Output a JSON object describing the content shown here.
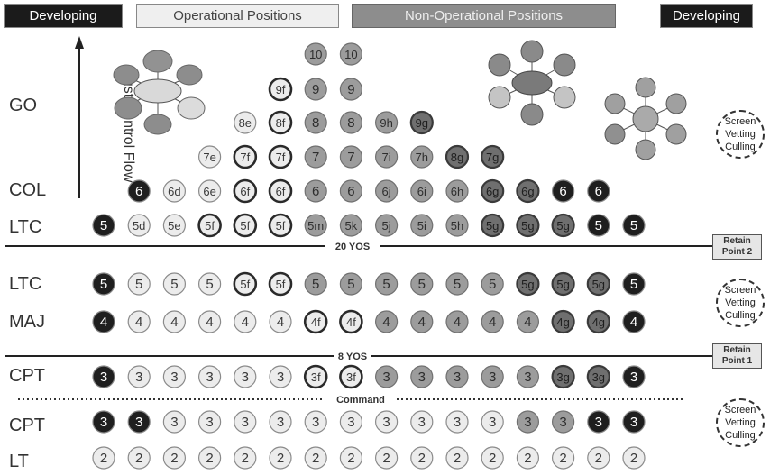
{
  "headers": {
    "developing_left": "Developing",
    "operational": "Operational Positions",
    "non_operational": "Non-Operational Positions",
    "developing_right": "Developing"
  },
  "axis_label": "Must Control Flow",
  "row_labels": {
    "go": "GO",
    "col": "COL",
    "ltc_upper": "LTC",
    "ltc_lower": "LTC",
    "maj": "MAJ",
    "cpt_upper": "CPT",
    "cpt_lower": "CPT",
    "lt": "LT"
  },
  "dividers": {
    "yos20": "20 YOS",
    "yos8": "8 YOS",
    "command": "Command"
  },
  "side_boxes": {
    "retain2": "Retain Point 2",
    "retain1": "Retain Point 1"
  },
  "cycle_text": {
    "line1": "Screen",
    "line2": "Vetting",
    "line3": "Culling"
  },
  "styles": {
    "d": {
      "fill": "#1f1f1f",
      "text": "#ffffff",
      "stroke": "#888888",
      "sw": 1.2
    },
    "l": {
      "fill": "#ececec",
      "text": "#3a3a3a",
      "stroke": "#8a8a8a",
      "sw": 1.2
    },
    "lb": {
      "fill": "#ececec",
      "text": "#3a3a3a",
      "stroke": "#2a2a2a",
      "sw": 2.6
    },
    "g": {
      "fill": "#9c9c9c",
      "text": "#2e2e2e",
      "stroke": "#707070",
      "sw": 1.2
    },
    "dg": {
      "fill": "#6f6f6f",
      "text": "#1e1e1e",
      "stroke": "#3a3a3a",
      "sw": 2.2
    }
  },
  "grid": {
    "go_rows": [
      {
        "row": "r10",
        "cells": [
          [
            "8",
            "10",
            "g"
          ],
          [
            "9",
            "10",
            "g"
          ]
        ]
      },
      {
        "row": "r9",
        "cells": [
          [
            "7",
            "9f",
            "lb"
          ],
          [
            "8",
            "9",
            "g"
          ],
          [
            "9",
            "9",
            "g"
          ]
        ]
      },
      {
        "row": "r8",
        "cells": [
          [
            "6",
            "8e",
            "l"
          ],
          [
            "7",
            "8f",
            "lb"
          ],
          [
            "8",
            "8",
            "g"
          ],
          [
            "9",
            "8",
            "g"
          ],
          [
            "10",
            "9h",
            "g"
          ],
          [
            "11",
            "9g",
            "dg"
          ]
        ]
      },
      {
        "row": "r7",
        "cells": [
          [
            "5",
            "7e",
            "l"
          ],
          [
            "6",
            "7f",
            "lb"
          ],
          [
            "7",
            "7f",
            "lb"
          ],
          [
            "8",
            "7",
            "g"
          ],
          [
            "9",
            "7",
            "g"
          ],
          [
            "10",
            "7i",
            "g"
          ],
          [
            "11",
            "7h",
            "g"
          ],
          [
            "12",
            "8g",
            "dg"
          ],
          [
            "13",
            "7g",
            "dg"
          ]
        ]
      },
      {
        "row": "r6",
        "cells": [
          [
            "3",
            "6",
            "d"
          ],
          [
            "4",
            "6d",
            "l"
          ],
          [
            "5",
            "6e",
            "l"
          ],
          [
            "6",
            "6f",
            "lb"
          ],
          [
            "7",
            "6f",
            "lb"
          ],
          [
            "8",
            "6",
            "g"
          ],
          [
            "9",
            "6",
            "g"
          ],
          [
            "10",
            "6j",
            "g"
          ],
          [
            "11",
            "6i",
            "g"
          ],
          [
            "12",
            "6h",
            "g"
          ],
          [
            "13",
            "6g",
            "dg"
          ],
          [
            "14",
            "6g",
            "dg"
          ],
          [
            "15",
            "6",
            "d"
          ],
          [
            "16",
            "6",
            "d"
          ]
        ]
      },
      {
        "row": "r5",
        "cells": [
          [
            "2",
            "5",
            "d"
          ],
          [
            "3",
            "5d",
            "l"
          ],
          [
            "4",
            "5e",
            "l"
          ],
          [
            "5",
            "5f",
            "lb"
          ],
          [
            "6",
            "5f",
            "lb"
          ],
          [
            "7",
            "5f",
            "lb"
          ],
          [
            "8",
            "5m",
            "g"
          ],
          [
            "9",
            "5k",
            "g"
          ],
          [
            "10",
            "5j",
            "g"
          ],
          [
            "11",
            "5i",
            "g"
          ],
          [
            "12",
            "5h",
            "g"
          ],
          [
            "13",
            "5g",
            "dg"
          ],
          [
            "14",
            "5g",
            "dg"
          ],
          [
            "15",
            "5g",
            "dg"
          ],
          [
            "16",
            "5",
            "d"
          ],
          [
            "17",
            "5",
            "d"
          ]
        ]
      }
    ],
    "lower_rows": [
      {
        "row": "ltc",
        "cells": [
          [
            "d",
            "5"
          ],
          [
            "l",
            "5"
          ],
          [
            "l",
            "5"
          ],
          [
            "l",
            "5"
          ],
          [
            "lb",
            "5f"
          ],
          [
            "lb",
            "5f"
          ],
          [
            "g",
            "5"
          ],
          [
            "g",
            "5"
          ],
          [
            "g",
            "5"
          ],
          [
            "g",
            "5"
          ],
          [
            "g",
            "5"
          ],
          [
            "g",
            "5"
          ],
          [
            "dg",
            "5g"
          ],
          [
            "dg",
            "5g"
          ],
          [
            "dg",
            "5g"
          ],
          [
            "d",
            "5"
          ]
        ]
      },
      {
        "row": "maj",
        "cells": [
          [
            "d",
            "4"
          ],
          [
            "l",
            "4"
          ],
          [
            "l",
            "4"
          ],
          [
            "l",
            "4"
          ],
          [
            "l",
            "4"
          ],
          [
            "l",
            "4"
          ],
          [
            "lb",
            "4f"
          ],
          [
            "lb",
            "4f"
          ],
          [
            "g",
            "4"
          ],
          [
            "g",
            "4"
          ],
          [
            "g",
            "4"
          ],
          [
            "g",
            "4"
          ],
          [
            "g",
            "4"
          ],
          [
            "dg",
            "4g"
          ],
          [
            "dg",
            "4g"
          ],
          [
            "d",
            "4"
          ]
        ]
      },
      {
        "row": "cpt1",
        "cells": [
          [
            "d",
            "3"
          ],
          [
            "l",
            "3"
          ],
          [
            "l",
            "3"
          ],
          [
            "l",
            "3"
          ],
          [
            "l",
            "3"
          ],
          [
            "l",
            "3"
          ],
          [
            "lb",
            "3f"
          ],
          [
            "lb",
            "3f"
          ],
          [
            "g",
            "3"
          ],
          [
            "g",
            "3"
          ],
          [
            "g",
            "3"
          ],
          [
            "g",
            "3"
          ],
          [
            "g",
            "3"
          ],
          [
            "dg",
            "3g"
          ],
          [
            "dg",
            "3g"
          ],
          [
            "d",
            "3"
          ]
        ]
      },
      {
        "row": "cpt2",
        "cells": [
          [
            "d",
            "3"
          ],
          [
            "d",
            "3"
          ],
          [
            "l",
            "3"
          ],
          [
            "l",
            "3"
          ],
          [
            "l",
            "3"
          ],
          [
            "l",
            "3"
          ],
          [
            "l",
            "3"
          ],
          [
            "l",
            "3"
          ],
          [
            "l",
            "3"
          ],
          [
            "l",
            "3"
          ],
          [
            "l",
            "3"
          ],
          [
            "l",
            "3"
          ],
          [
            "g",
            "3"
          ],
          [
            "g",
            "3"
          ],
          [
            "d",
            "3"
          ],
          [
            "d",
            "3"
          ]
        ]
      },
      {
        "row": "lt",
        "cells": [
          [
            "l",
            "2"
          ],
          [
            "l",
            "2"
          ],
          [
            "l",
            "2"
          ],
          [
            "l",
            "2"
          ],
          [
            "l",
            "2"
          ],
          [
            "l",
            "2"
          ],
          [
            "l",
            "2"
          ],
          [
            "l",
            "2"
          ],
          [
            "l",
            "2"
          ],
          [
            "l",
            "2"
          ],
          [
            "l",
            "2"
          ],
          [
            "l",
            "2"
          ],
          [
            "l",
            "2"
          ],
          [
            "l",
            "2"
          ],
          [
            "l",
            "2"
          ],
          [
            "l",
            "2"
          ]
        ]
      }
    ]
  },
  "clusters": [
    {
      "name": "flower-cluster-left",
      "petal": "#8f8f8f",
      "center": "#d8d8d8"
    },
    {
      "name": "flower-cluster-mid",
      "petal": "#8a8a8a",
      "center": "#7a7a7a"
    },
    {
      "name": "flower-cluster-right",
      "petal": "#9a9a9a",
      "center": "#a8a8a8"
    }
  ]
}
